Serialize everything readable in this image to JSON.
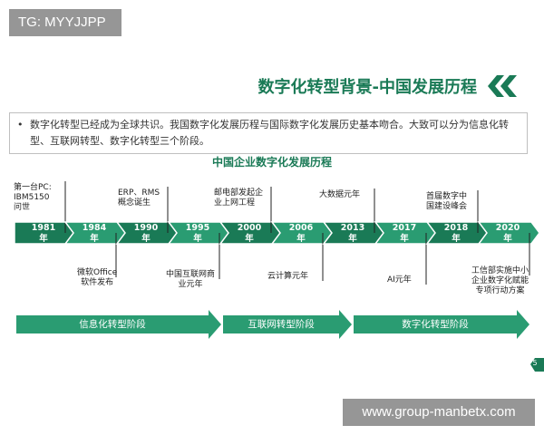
{
  "watermarks": {
    "top": "TG: MYYJJPP",
    "bottom": "www.group-manbetx.com"
  },
  "slide": {
    "title": "数字化转型背景-中国发展历程",
    "intro": "数字化转型已经成为全球共识。我国数字化发展历程与国际数字化发展历史基本吻合。大致可以分为信息化转型、互联网转型、数字化转型三个阶段。",
    "subtitle": "中国企业数字化发展历程",
    "page_number": "5"
  },
  "colors": {
    "primary_green": "#1a7a56",
    "light_green": "#2a9c72"
  },
  "icons": {
    "title_decoration": "double-chevron-left-icon"
  },
  "timeline": [
    {
      "year": "1981\n年",
      "event": "第一台PC:\nIBM5150\n问世",
      "position": "above"
    },
    {
      "year": "1984\n年",
      "event": "微软Office\n软件发布",
      "position": "below"
    },
    {
      "year": "1990\n年",
      "event": "ERP、RMS\n概念诞生",
      "position": "above"
    },
    {
      "year": "1995\n年",
      "event": "中国互联网商\n业元年",
      "position": "below"
    },
    {
      "year": "2000\n年",
      "event": "邮电部发起企\n业上网工程",
      "position": "above"
    },
    {
      "year": "2006\n年",
      "event": "云计算元年",
      "position": "below"
    },
    {
      "year": "2013\n年",
      "event": "大数据元年",
      "position": "above"
    },
    {
      "year": "2017\n年",
      "event": "AI元年",
      "position": "below"
    },
    {
      "year": "2018\n年",
      "event": "首届数字中\n国建设峰会",
      "position": "above"
    },
    {
      "year": "2020\n年",
      "event": "工信部实施中小\n企业数字化赋能\n专项行动方案",
      "position": "below"
    }
  ],
  "stages": [
    {
      "label": "信息化转型阶段"
    },
    {
      "label": "互联网转型阶段"
    },
    {
      "label": "数字化转型阶段"
    }
  ]
}
